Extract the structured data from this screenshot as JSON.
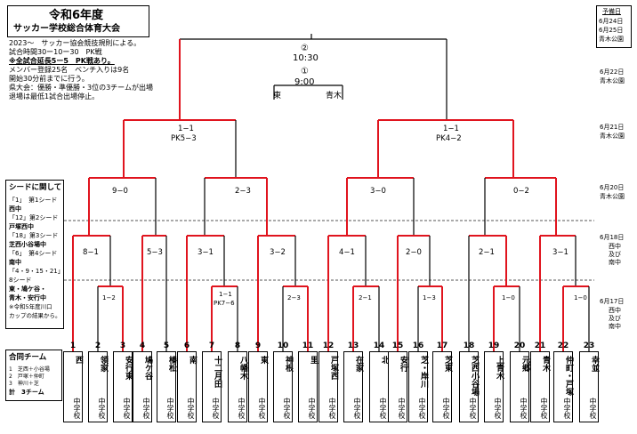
{
  "header": {
    "year_title": "令和6年度",
    "event_title": "サッカー学校総合体育大会"
  },
  "rules": {
    "lines": [
      "2023〜　サッカー協会競技規則による。",
      "試合時間30ー10ー30　PK戦",
      "※全試合延長5ー5　PK戦あり。",
      "メンバー登録25名　ベンチ入りは9名",
      "開始30分前までに行う。",
      "県大会：優勝・準優勝・3位の3チームが出場",
      "退場は最低1試合出場停止。"
    ]
  },
  "dates": {
    "reserve_label": "予備日",
    "reserve_1": "6月24日",
    "reserve_2": "6月25日",
    "reserve_venue": "青木公園",
    "d622": "6月22日",
    "d622_venue": "青木公園",
    "d621": "6月21日",
    "d621_venue": "青木公園",
    "d620": "6月20日",
    "d620_venue": "青木公園",
    "d618": "6月18日",
    "d618_v1": "西中",
    "d618_v2": "及び",
    "d618_v3": "南中",
    "d617": "6月17日",
    "d617_v1": "西中",
    "d617_v2": "及び",
    "d617_v3": "南中"
  },
  "seed": {
    "title": "シードに関して",
    "lines": [
      "「1」　第1シード",
      "西中",
      "「12」第2シード",
      "戸塚西中",
      "「18」第3シード",
      "芝西小谷場中",
      "「6」　第4シード",
      "南中",
      "「4・9・15・21」",
      "8シード",
      "東・鳩ケ谷・",
      "青木・安行中",
      "※令和5年度川口",
      "カップの結果から。"
    ]
  },
  "joint": {
    "title": "合同チーム",
    "lines": [
      "1　芝西＋小谷場",
      "2　戸塚＋仲町",
      "3　神川＋芝"
    ],
    "total": "計　3チーム"
  },
  "matches": {
    "final_no": "②",
    "final_time": "10:30",
    "third_no": "①",
    "third_time": "9:00",
    "third_left": "東",
    "third_right": "青木",
    "semi_left_score": "1−1",
    "semi_left_pk": "PK5−3",
    "semi_right_score": "1−1",
    "semi_right_pk": "PK4−2",
    "qf": [
      "9−0",
      "2−3",
      "3−0",
      "0−2"
    ],
    "r16": [
      "8−1",
      "5−3",
      "3−1",
      "3−2",
      "4−1",
      "2−0",
      "2−1",
      "3−1"
    ],
    "r1": [
      "1−2",
      "1−1",
      "PK7−6",
      "2−3",
      "2−1",
      "1−3",
      "1−0",
      "1−0"
    ]
  },
  "suffix": "中学校",
  "teams": [
    {
      "no": "1",
      "name": "西"
    },
    {
      "no": "2",
      "name": "領家"
    },
    {
      "no": "3",
      "name": "安行東"
    },
    {
      "no": "4",
      "name": "鳩ケ谷"
    },
    {
      "no": "5",
      "name": "榛松"
    },
    {
      "no": "6",
      "name": "南"
    },
    {
      "no": "7",
      "name": "十二月田"
    },
    {
      "no": "8",
      "name": "八幡木"
    },
    {
      "no": "9",
      "name": "東"
    },
    {
      "no": "10",
      "name": "神根"
    },
    {
      "no": "11",
      "name": "里"
    },
    {
      "no": "12",
      "name": "戸塚西"
    },
    {
      "no": "13",
      "name": "在家"
    },
    {
      "no": "14",
      "name": "北"
    },
    {
      "no": "15",
      "name": "安行"
    },
    {
      "no": "16",
      "name": "芝・岸川"
    },
    {
      "no": "17",
      "name": "芝東"
    },
    {
      "no": "18",
      "name": "芝西小谷場"
    },
    {
      "no": "19",
      "name": "上青木"
    },
    {
      "no": "20",
      "name": "元郷"
    },
    {
      "no": "21",
      "name": "青木"
    },
    {
      "no": "22",
      "name": "仲町・戸塚"
    },
    {
      "no": "23",
      "name": "幸並"
    }
  ],
  "colors": {
    "winner": "#e0141e",
    "line": "#000000",
    "dash": "#555555"
  }
}
